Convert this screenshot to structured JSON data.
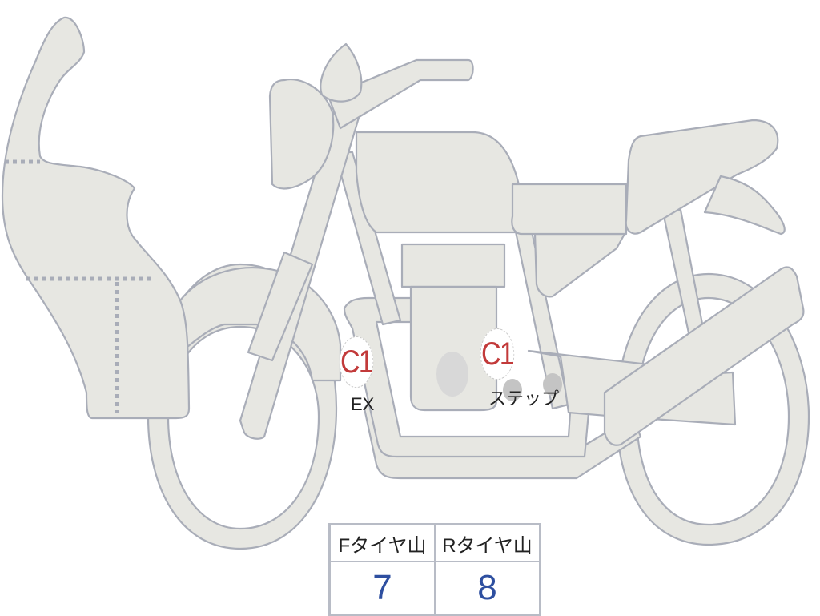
{
  "diagram": {
    "subject": "motorcycle-side-view",
    "colors": {
      "part_fill": "#e7e7e2",
      "part_stroke": "#a9adb8",
      "marker_text": "#c23a3a",
      "value_text": "#2e4fa0"
    },
    "markers": [
      {
        "code": "C1",
        "label": "EX"
      },
      {
        "code": "C1",
        "label": "ステップ"
      }
    ]
  },
  "tire_table": {
    "headers": [
      "Fタイヤ山",
      "Rタイヤ山"
    ],
    "values": [
      "7",
      "8"
    ]
  }
}
